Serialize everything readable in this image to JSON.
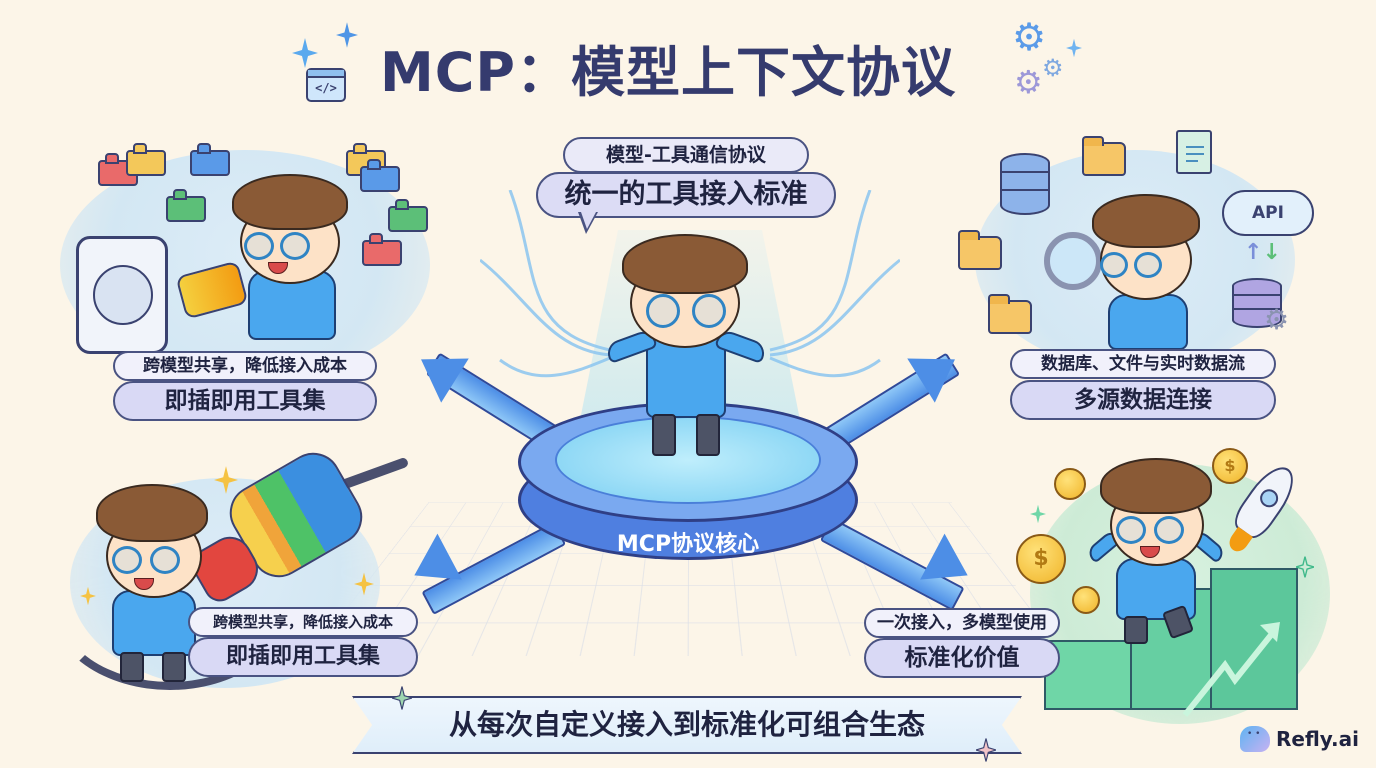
{
  "title": "MCP：模型上下文协议",
  "title_icons": {
    "left": "code-window-icon",
    "right": "gear-cluster-icon"
  },
  "center": {
    "speech_subtitle": "模型-工具通信协议",
    "speech_main": "统一的工具接入标准",
    "platform_label": "MCP协议核心"
  },
  "panels": {
    "top_left": {
      "subtitle": "跨模型共享，降低接入成本",
      "label": "即插即用工具集",
      "icons": [
        "lego-blocks-icon",
        "power-socket-icon",
        "plug-icon"
      ]
    },
    "top_right": {
      "subtitle": "数据库、文件与实时数据流",
      "label": "多源数据连接",
      "cloud_label": "API",
      "icons": [
        "database-icon",
        "folder-icon",
        "document-icon",
        "api-cloud-icon",
        "magnifier-icon",
        "sync-arrows-icon"
      ]
    },
    "bottom_left": {
      "subtitle": "跨模型共享，降低接入成本",
      "label": "即插即用工具集",
      "icons": [
        "multi-color-plug-icon",
        "cable-icon",
        "sparkle-icon"
      ]
    },
    "bottom_right": {
      "subtitle": "一次接入，多模型使用",
      "label": "标准化价值",
      "coin_symbol": "$",
      "icons": [
        "coin-icon",
        "rocket-icon",
        "stairs-icon",
        "growth-arrow-icon"
      ]
    }
  },
  "banner": "从每次自定义接入到标准化可组合生态",
  "brand": {
    "name": "Refly.ai"
  },
  "colors": {
    "background": "#fcf5e8",
    "title": "#353b6e",
    "pill_small": "#f1f1fb",
    "pill_big": "#d9d9f5",
    "platform": "#4f7fe0",
    "arrow": "#4d8ee6",
    "hoodie": "#4aa7ee"
  }
}
